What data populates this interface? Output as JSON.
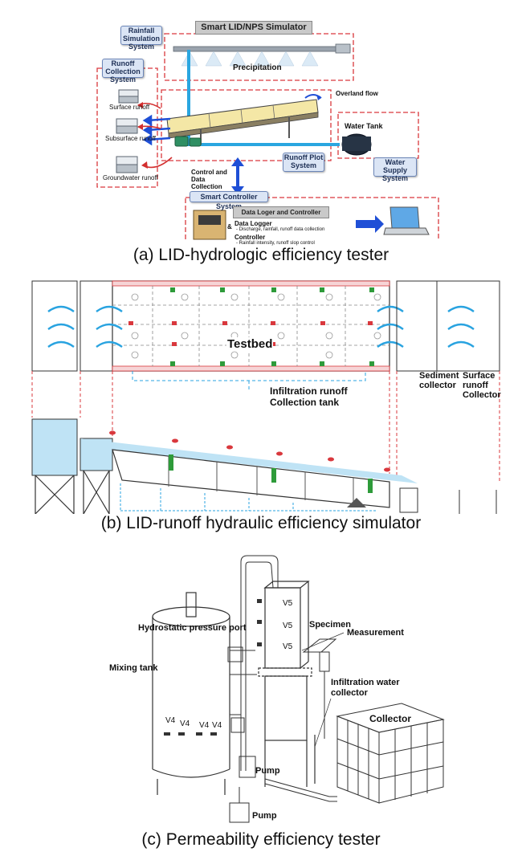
{
  "panel_a": {
    "header": "Smart LID/NPS Simulator",
    "rainfall_system": "Rainfall Simulation System",
    "precipitation": "Precipitation",
    "runoff_collection_system": "Runoff Collection System",
    "surface_runoff": "Surface runoff",
    "subsurface_runoff": "Subsurface runoff",
    "groundwater_runoff": "Groundwater runoff",
    "overland_flow": "Overland flow",
    "water_tank": "Water Tank",
    "runoff_plot_system": "Runoff Plot System",
    "water_supply_system": "Water Supply System",
    "control_and_data": "Control and Data Collection",
    "smart_controller_system": "Smart Controller System",
    "data_logger_controller": "Data Loger and Controller",
    "data_logger_title": "Data Logger",
    "data_logger_desc": "- Discharge, rainfall, runoff data collection",
    "controller_title": "Controller",
    "controller_desc": "- Rainfall intensity, runoff slop control",
    "ampersand": "&",
    "caption": "(a) LID-hydrologic efficiency tester"
  },
  "panel_b": {
    "testbed": "Testbed",
    "sediment_collector": "Sediment collector",
    "surface_runoff_collector": "Surface runoff Collector",
    "infiltration_tank": "Infiltration runoff Collection tank",
    "caption": "(b) LID-runoff hydraulic efficiency simulator"
  },
  "panel_c": {
    "hydrostatic_port": "Hydrostatic pressure port",
    "mixing_tank": "Mixing tank",
    "specimen": "Specimen",
    "measurement": "Measurement",
    "infiltration_collector": "Infiltration water collector",
    "collector": "Collector",
    "pump_1": "Pump",
    "pump_2": "Pump",
    "valve_v5": "V5",
    "valve_v4": "V4",
    "caption": "(c) Permeability efficiency tester"
  },
  "colors": {
    "dashed_red": "#d9383d",
    "blue_box": "#dbe5f5",
    "water_blue": "#29a3e0",
    "arrow_blue": "#1f4fd6",
    "arrow_red": "#d32f2f",
    "plant_green": "#2e9b3a"
  }
}
